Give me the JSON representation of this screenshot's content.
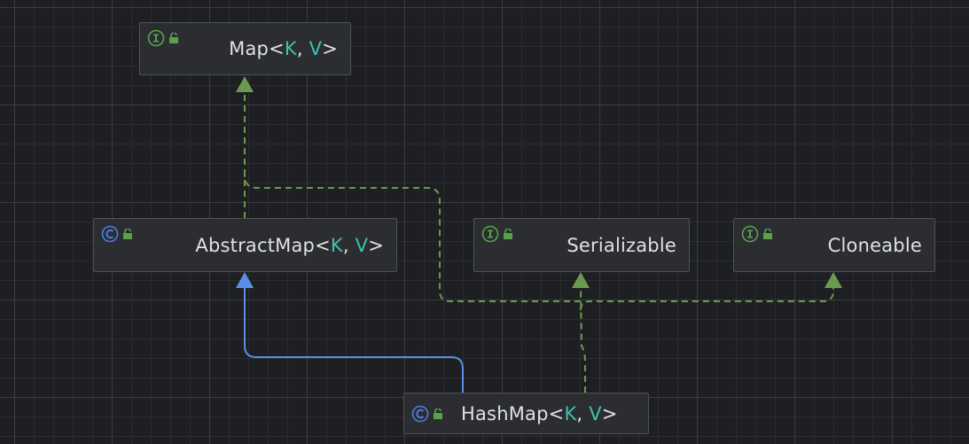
{
  "diagram": {
    "nodes": {
      "map": {
        "name": "Map",
        "open": "<",
        "p1": "K",
        "sep": ", ",
        "p2": "V",
        "close": ">",
        "kind_icon": "interface-icon",
        "visibility_icon": "public-lock-icon"
      },
      "abstract_map": {
        "name": "AbstractMap",
        "open": "<",
        "p1": "K",
        "sep": ", ",
        "p2": "V",
        "close": ">",
        "kind_icon": "class-icon",
        "visibility_icon": "public-lock-icon"
      },
      "serializable": {
        "name": "Serializable",
        "kind_icon": "interface-icon",
        "visibility_icon": "public-lock-icon"
      },
      "cloneable": {
        "name": "Cloneable",
        "kind_icon": "interface-icon",
        "visibility_icon": "public-lock-icon"
      },
      "hash_map": {
        "name": "HashMap",
        "open": "<",
        "p1": "K",
        "sep": ", ",
        "p2": "V",
        "close": ">",
        "kind_icon": "class-icon",
        "visibility_icon": "public-lock-icon"
      }
    },
    "edges": [
      {
        "from": "AbstractMap",
        "to": "Map",
        "kind": "implements"
      },
      {
        "from": "HashMap",
        "to": "AbstractMap",
        "kind": "extends"
      },
      {
        "from": "HashMap",
        "to": "Serializable",
        "kind": "implements"
      },
      {
        "from": "HashMap",
        "to": "Cloneable",
        "kind": "implements"
      },
      {
        "from": "HashMap",
        "to": "Map",
        "kind": "implements"
      }
    ],
    "colors": {
      "background": "#1e1f22",
      "node_fill": "#2b2d30",
      "node_border": "#4e5157",
      "text": "#dfe1e5",
      "type_param": "#3fc1b0",
      "implements_edge": "#6a9a4e",
      "extends_edge": "#5b8ee6",
      "interface_icon": "#58a24c",
      "class_icon": "#4a7fe0"
    }
  }
}
